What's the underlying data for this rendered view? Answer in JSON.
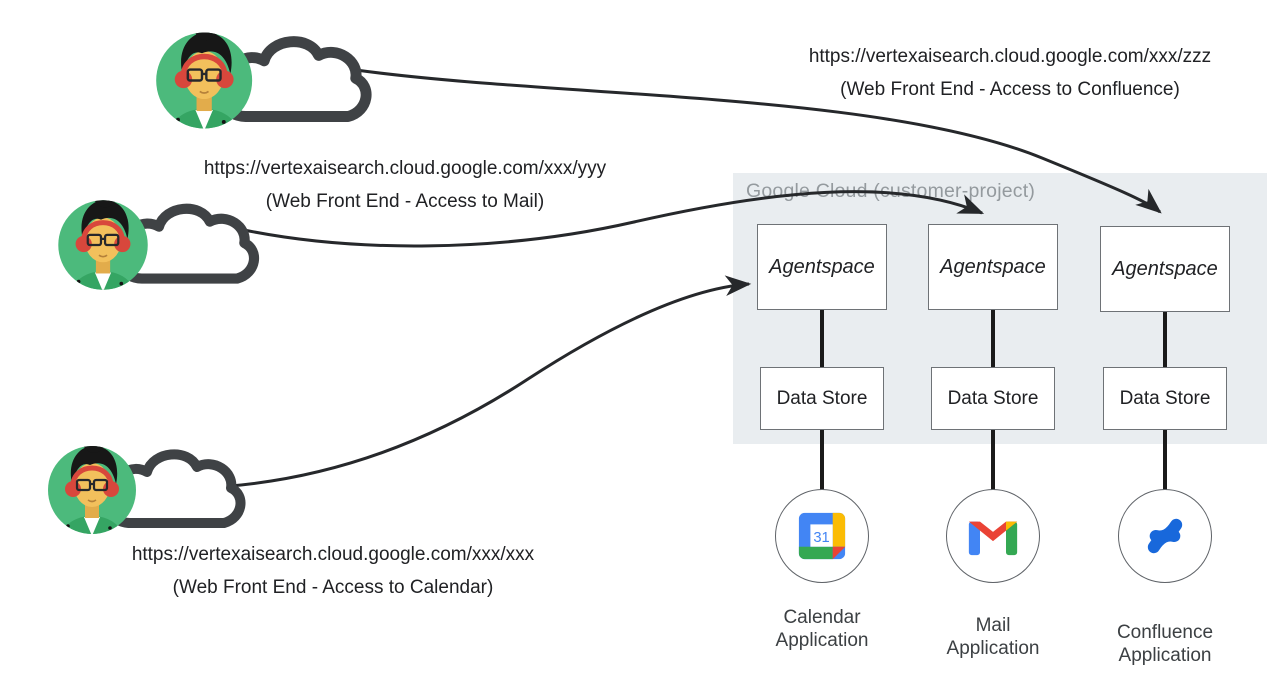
{
  "diagram": {
    "panel_title": "Google Cloud (customer-project)",
    "users": [
      {
        "name": "confluence-user",
        "url": "https://vertexaisearch.cloud.google.com/xxx/zzz",
        "caption": "(Web Front End - Access to Confluence)"
      },
      {
        "name": "mail-user",
        "url": "https://vertexaisearch.cloud.google.com/xxx/yyy",
        "caption": "(Web Front End - Access to Mail)"
      },
      {
        "name": "calendar-user",
        "url": "https://vertexaisearch.cloud.google.com/xxx/xxx",
        "caption": "(Web Front End - Access to Calendar)"
      }
    ],
    "columns": [
      {
        "agent_label": "Agentspace",
        "store_label": "Data Store",
        "app_label_line1": "Calendar",
        "app_label_line2": "Application",
        "icon": "google-calendar-icon"
      },
      {
        "agent_label": "Agentspace",
        "store_label": "Data Store",
        "app_label_line1": "Mail",
        "app_label_line2": "Application",
        "icon": "gmail-icon"
      },
      {
        "agent_label": "Agentspace",
        "store_label": "Data Store",
        "app_label_line1": "Confluence",
        "app_label_line2": "Application",
        "icon": "confluence-icon"
      }
    ],
    "calendar_day": "31"
  },
  "colors": {
    "panel_bg": "#E9EDF0",
    "panel_title": "#949A9E",
    "arrow": "#26282B",
    "cloud_outline": "#3F4245",
    "avatar_green": "#4CBA7C",
    "google_blue": "#4285F4",
    "google_red": "#EA4335",
    "google_yellow": "#FBBC04",
    "google_green": "#34A853",
    "confluence_blue": "#1868DB"
  }
}
